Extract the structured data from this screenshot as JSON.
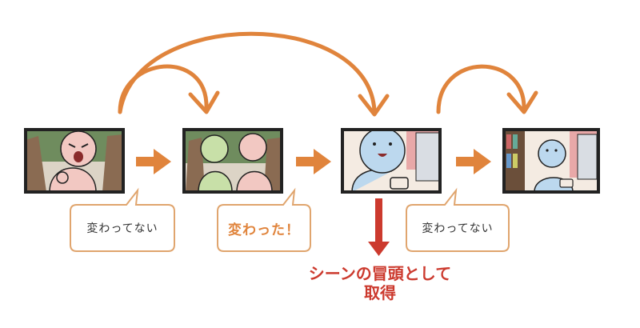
{
  "colors": {
    "flow_arrow": "#e0843c",
    "selection_arrow": "#cc3a2e",
    "frame_border": "#222222",
    "bubble_border": "#e0a56e"
  },
  "frames": [
    {
      "name": "angry-character-forest"
    },
    {
      "name": "two-characters-forest"
    },
    {
      "name": "character-room-with-cup"
    },
    {
      "name": "character-room-window"
    }
  ],
  "bubbles": [
    {
      "text": "変わってない"
    },
    {
      "text": "変わった！"
    },
    {
      "text": "変わってない"
    }
  ],
  "caption": {
    "line1": "シーンの冒頭として",
    "line2": "取得"
  }
}
